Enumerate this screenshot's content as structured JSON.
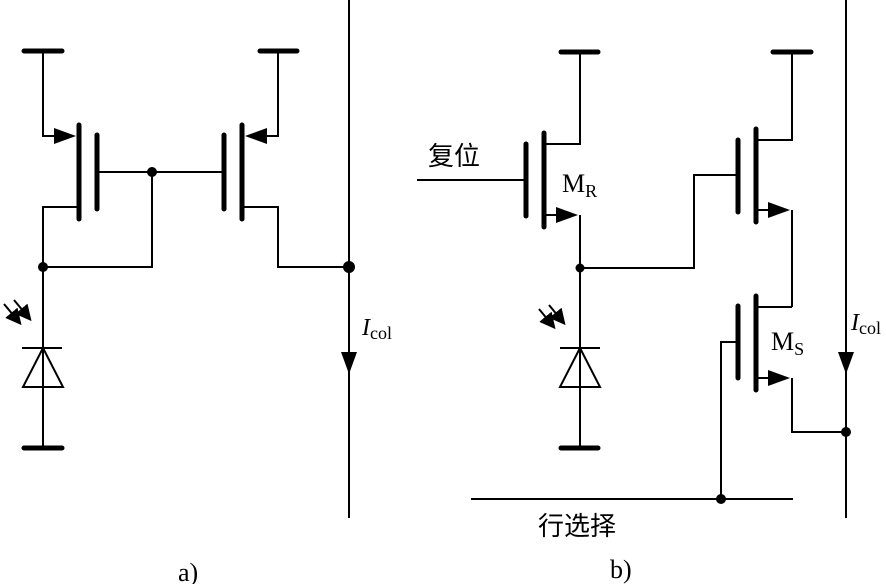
{
  "diagram": {
    "description": "CMOS image sensor pixel circuits",
    "panel_a": {
      "caption": "a)",
      "current_label": {
        "main": "I",
        "sub": "col"
      }
    },
    "panel_b": {
      "caption": "b)",
      "reset_label": "复位",
      "row_select_label": "行选择",
      "reset_transistor": {
        "main": "M",
        "sub": "R"
      },
      "select_transistor": {
        "main": "M",
        "sub": "S"
      },
      "current_label": {
        "main": "I",
        "sub": "col"
      }
    }
  }
}
